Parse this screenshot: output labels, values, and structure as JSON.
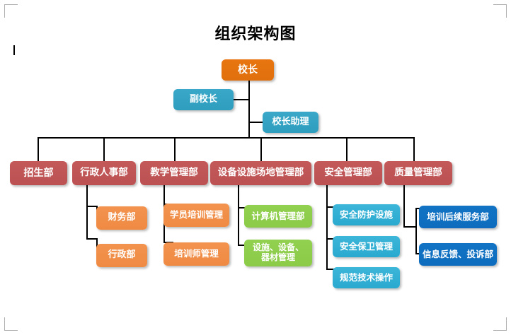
{
  "document": {
    "title": "组织架构图",
    "page_marks": [
      "corner-top-left",
      "corner-top-right",
      "corner-bottom-left",
      "corner-bottom-right"
    ]
  },
  "colors": {
    "principal": "#e0700d",
    "vice": "#2e9dbe",
    "department": "#bb5152",
    "sub_orange": "#ef8a43",
    "sub_green": "#8bcb47",
    "sub_blue": "#2aa9cf",
    "sub_navy": "#0d6cbd",
    "connector": "#000000",
    "title_text": "#000000"
  },
  "chart_data": {
    "type": "diagram",
    "title": "组织架构图",
    "levels": [
      {
        "level": 1,
        "nodes": [
          {
            "id": "principal",
            "label": "校长",
            "color": "#e0700d"
          }
        ]
      },
      {
        "level": 2,
        "nodes": [
          {
            "id": "vice-principal",
            "label": "副校长",
            "color": "#2e9dbe",
            "parent": "principal"
          },
          {
            "id": "principal-assistant",
            "label": "校长助理",
            "color": "#2e9dbe",
            "parent": "principal"
          }
        ]
      },
      {
        "level": 3,
        "nodes": [
          {
            "id": "dept-admissions",
            "label": "招生部",
            "color": "#bb5152",
            "parent": "principal"
          },
          {
            "id": "dept-hr",
            "label": "行政人事部",
            "color": "#bb5152",
            "parent": "principal"
          },
          {
            "id": "dept-teaching",
            "label": "教学管理部",
            "color": "#bb5152",
            "parent": "principal"
          },
          {
            "id": "dept-facility",
            "label": "设备设施场地管理部",
            "color": "#bb5152",
            "parent": "principal"
          },
          {
            "id": "dept-safety",
            "label": "安全管理部",
            "color": "#bb5152",
            "parent": "principal"
          },
          {
            "id": "dept-quality",
            "label": "质量管理部",
            "color": "#bb5152",
            "parent": "principal"
          }
        ]
      },
      {
        "level": 4,
        "nodes": [
          {
            "id": "sub-finance",
            "label": "财务部",
            "color": "#ef8a43",
            "parent": "dept-hr"
          },
          {
            "id": "sub-administration",
            "label": "行政部",
            "color": "#ef8a43",
            "parent": "dept-hr"
          },
          {
            "id": "sub-student-training",
            "label": "学员培训管理",
            "color": "#ef8a43",
            "parent": "dept-teaching"
          },
          {
            "id": "sub-trainer-management",
            "label": "培训师管理",
            "color": "#ef8a43",
            "parent": "dept-teaching"
          },
          {
            "id": "sub-computer",
            "label": "计算机管理部",
            "color": "#8bcb47",
            "parent": "dept-facility"
          },
          {
            "id": "sub-equipment",
            "label": "设施、设备、器材管理",
            "label_line1": "设施、设备、",
            "label_line2": "器材管理",
            "color": "#8bcb47",
            "parent": "dept-facility"
          },
          {
            "id": "sub-safety-facility",
            "label": "安全防护设施",
            "color": "#2aa9cf",
            "parent": "dept-safety"
          },
          {
            "id": "sub-security",
            "label": "安全保卫管理",
            "color": "#2aa9cf",
            "parent": "dept-safety"
          },
          {
            "id": "sub-tech-standard",
            "label": "规范技术操作",
            "color": "#2aa9cf",
            "parent": "dept-safety"
          },
          {
            "id": "sub-followup",
            "label": "培训后续服务部",
            "color": "#0d6cbd",
            "parent": "dept-quality"
          },
          {
            "id": "sub-feedback",
            "label": "信息反馈、投诉部",
            "color": "#0d6cbd",
            "parent": "dept-quality"
          }
        ]
      }
    ]
  },
  "nodes": {
    "principal": "校长",
    "vice_principal": "副校长",
    "principal_assistant": "校长助理",
    "dept_admissions": "招生部",
    "dept_hr": "行政人事部",
    "dept_teaching": "教学管理部",
    "dept_facility": "设备设施场地管理部",
    "dept_safety": "安全管理部",
    "dept_quality": "质量管理部",
    "sub_finance": "财务部",
    "sub_administration": "行政部",
    "sub_student_training": "学员培训管理",
    "sub_trainer_management": "培训师管理",
    "sub_computer": "计算机管理部",
    "sub_equipment_line1": "设施、设备、",
    "sub_equipment_line2": "器材管理",
    "sub_safety_facility": "安全防护设施",
    "sub_security": "安全保卫管理",
    "sub_tech_standard": "规范技术操作",
    "sub_followup": "培训后续服务部",
    "sub_feedback": "信息反馈、投诉部"
  }
}
